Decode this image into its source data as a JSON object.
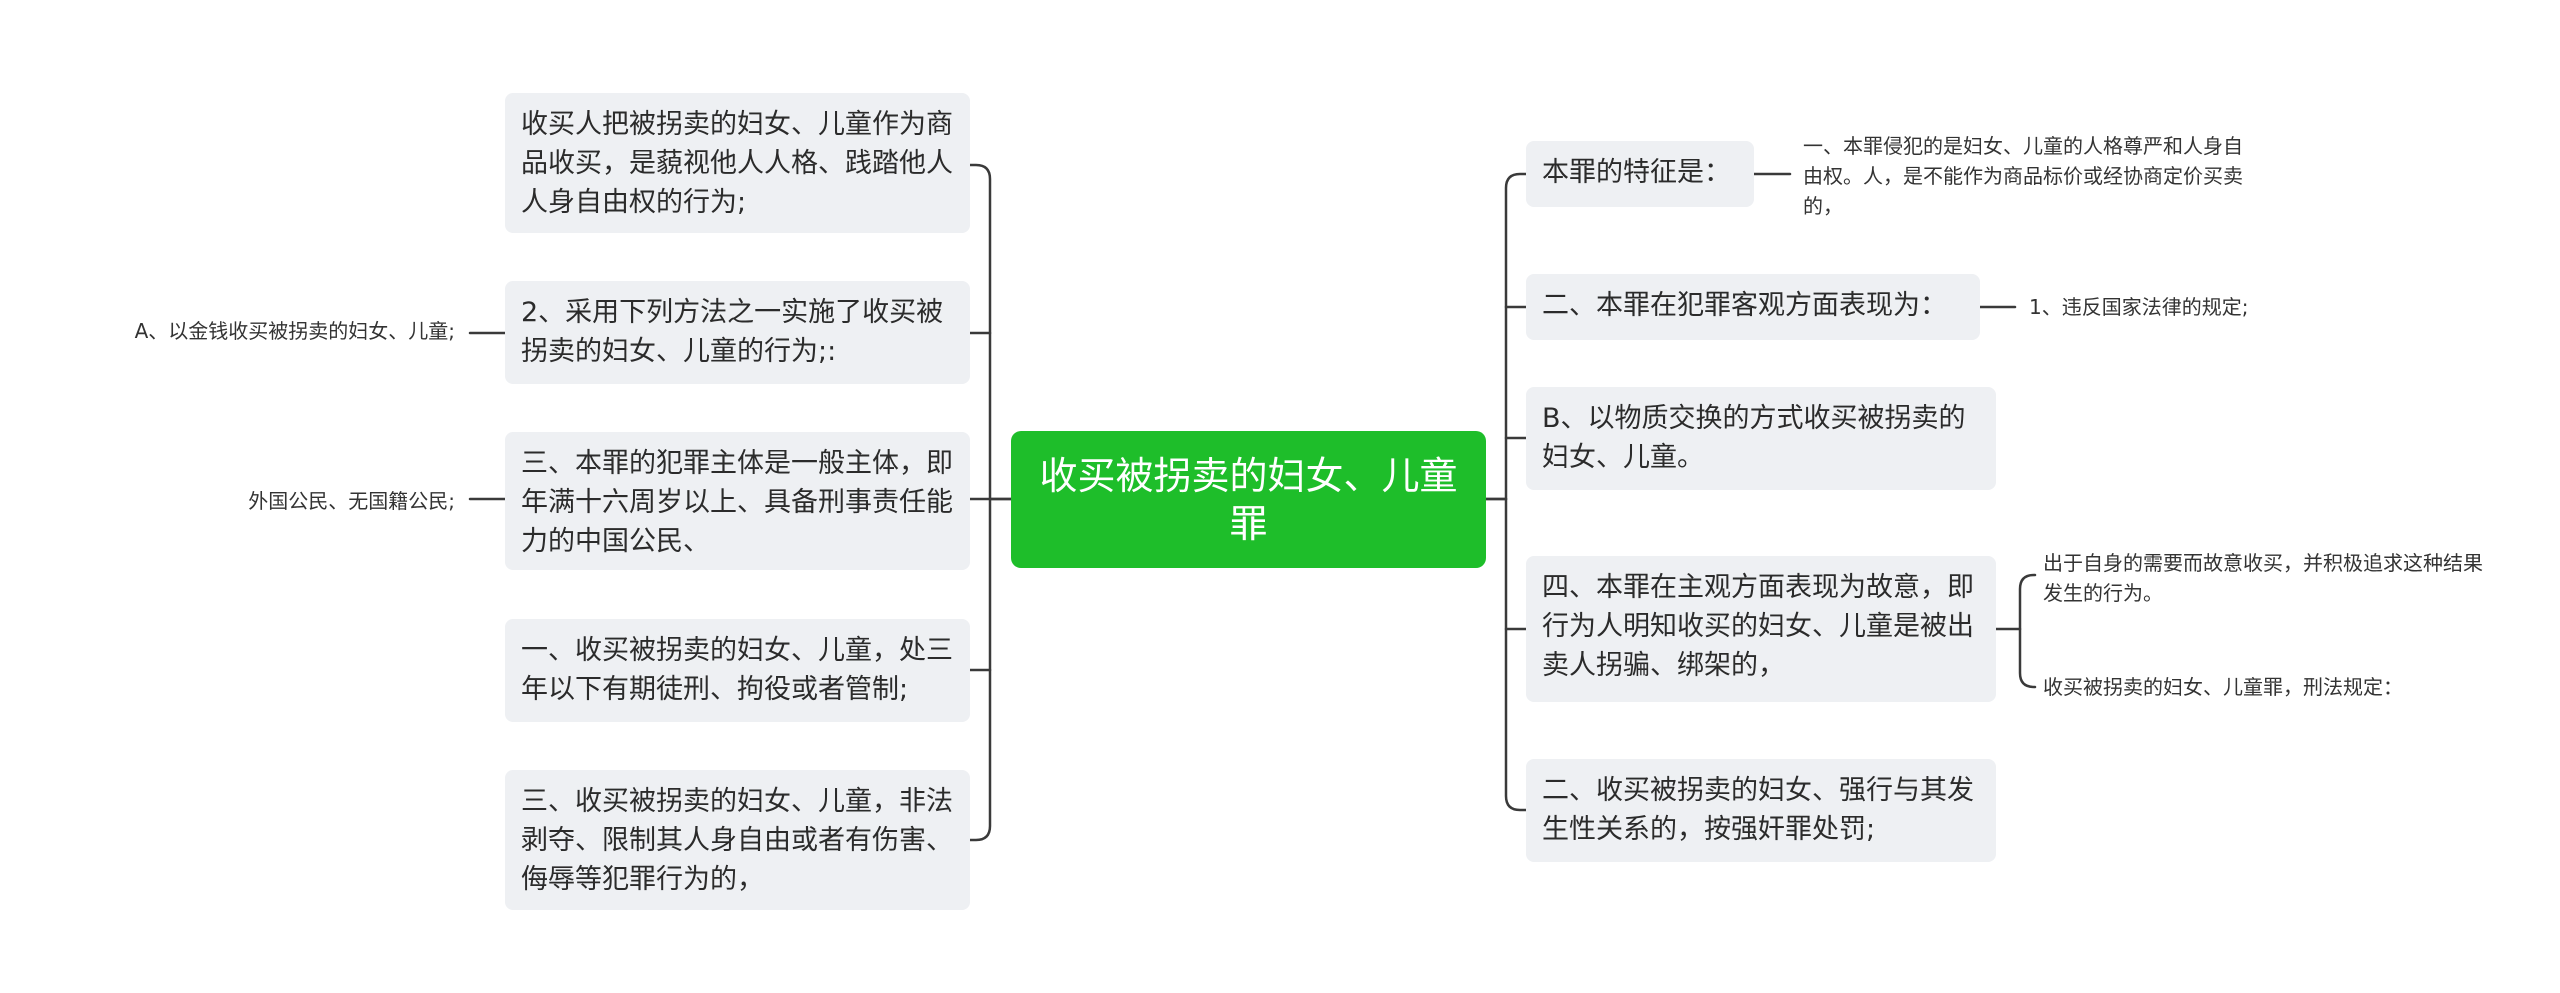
{
  "root": {
    "title": "收买被拐卖的妇女、儿童罪"
  },
  "left_nodes": [
    {
      "label": "收买人把被拐卖的妇女、儿童作为商品收买，是藐视他人人格、践踏他人人身自由权的行为;",
      "leaves": []
    },
    {
      "label": "2、采用下列方法之一实施了收买被拐卖的妇女、儿童的行为;:",
      "leaves": [
        "A、以金钱收买被拐卖的妇女、儿童;"
      ]
    },
    {
      "label": "三、本罪的犯罪主体是一般主体，即年满十六周岁以上、具备刑事责任能力的中国公民、",
      "leaves": [
        "外国公民、无国籍公民;"
      ]
    },
    {
      "label": "一、收买被拐卖的妇女、儿童，处三年以下有期徒刑、拘役或者管制;",
      "leaves": []
    },
    {
      "label": "三、收买被拐卖的妇女、儿童，非法剥夺、限制其人身自由或者有伤害、侮辱等犯罪行为的，",
      "leaves": []
    }
  ],
  "right_nodes": [
    {
      "label": "本罪的特征是：",
      "leaves": [
        "一、本罪侵犯的是妇女、儿童的人格尊严和人身自由权。人，是不能作为商品标价或经协商定价买卖的，"
      ]
    },
    {
      "label": "二、本罪在犯罪客观方面表现为：",
      "leaves": [
        "1、违反国家法律的规定;"
      ]
    },
    {
      "label": "B、以物质交换的方式收买被拐卖的妇女、儿童。",
      "leaves": []
    },
    {
      "label": "四、本罪在主观方面表现为故意，即行为人明知收买的妇女、儿童是被出卖人拐骗、绑架的，",
      "leaves": [
        "出于自身的需要而故意收买，并积极追求这种结果发生的行为。",
        "收买被拐卖的妇女、儿童罪，刑法规定："
      ]
    },
    {
      "label": "二、收买被拐卖的妇女、强行与其发生性关系的，按强奸罪处罚;",
      "leaves": []
    }
  ],
  "colors": {
    "root_fill": "#1ebe2a",
    "node_fill": "#eef0f3",
    "line": "#3a3a3a"
  }
}
